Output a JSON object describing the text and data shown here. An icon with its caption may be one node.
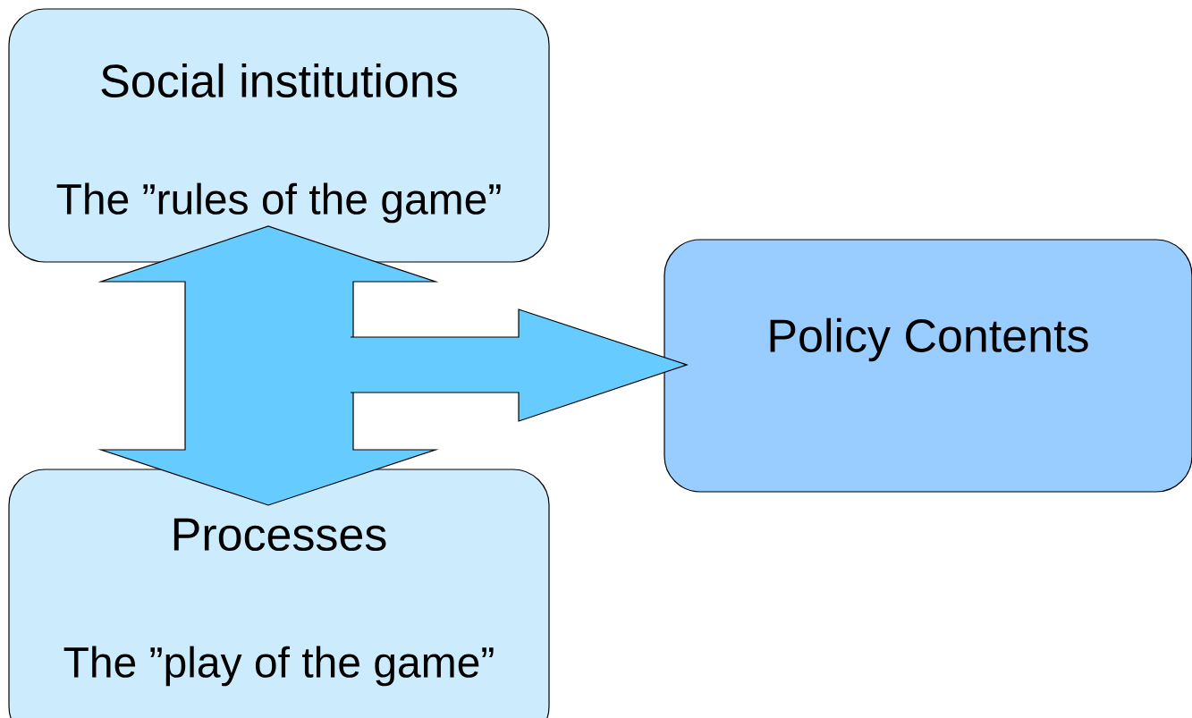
{
  "diagram": {
    "nodes": [
      {
        "text": [
          "Social institutions",
          "The ”rules of the game”"
        ]
      },
      {
        "text": [
          "Processes",
          "The ”play of the game”"
        ]
      },
      {
        "text": [
          "Policy Contents"
        ]
      }
    ],
    "edges": [
      {
        "from": 0,
        "to": 1,
        "arrow": "both"
      },
      {
        "from": null,
        "to": 2,
        "arrow": "to"
      }
    ]
  }
}
